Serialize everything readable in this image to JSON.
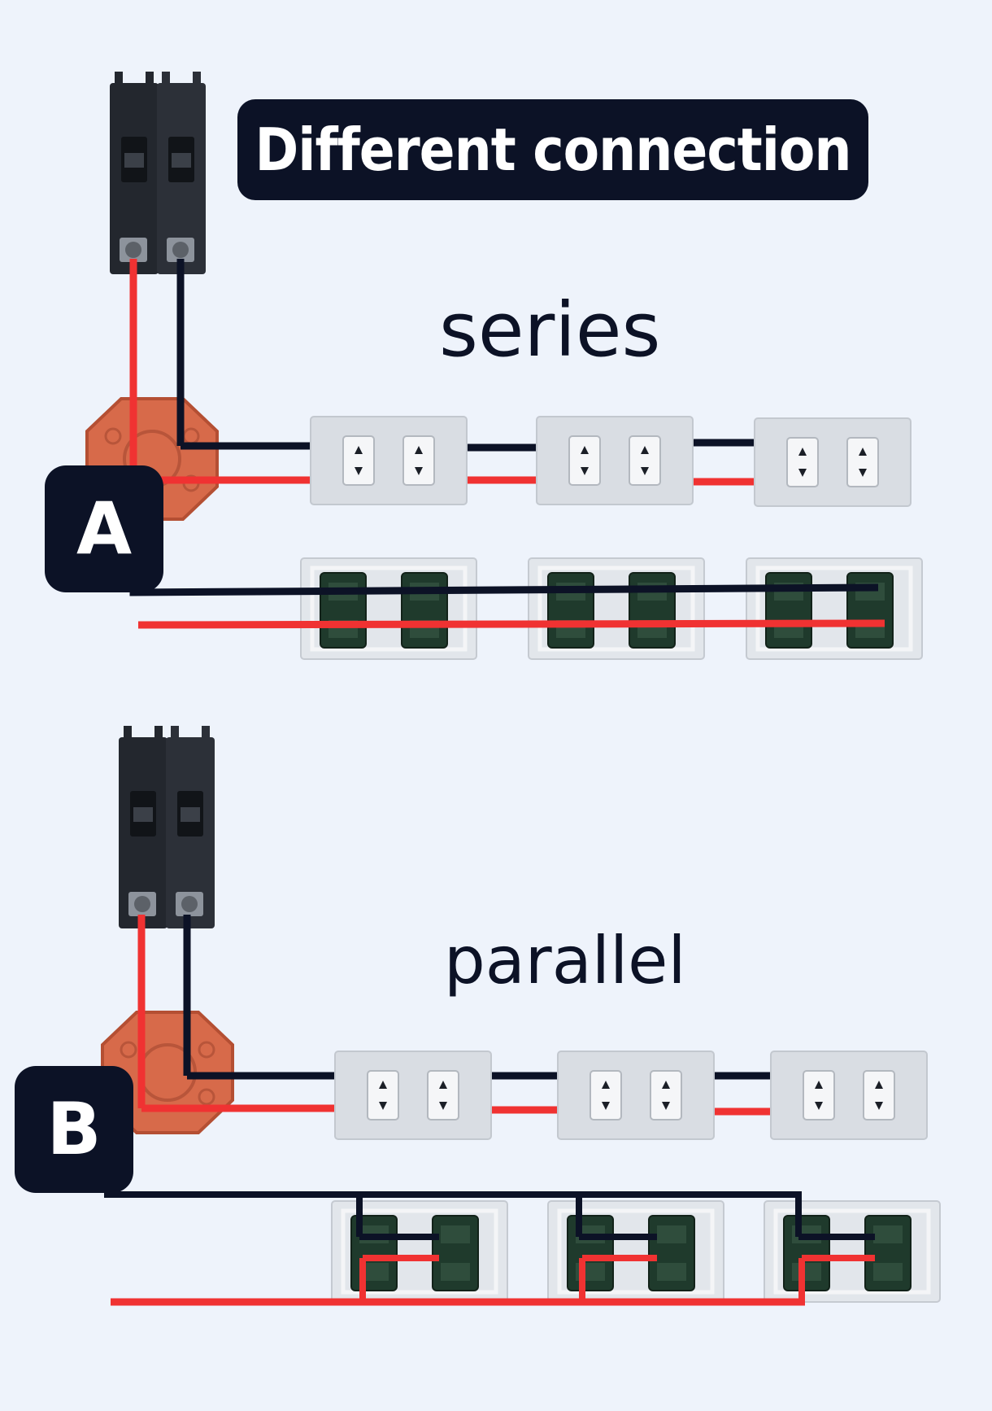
{
  "title": "Different connection",
  "sections": [
    {
      "id": "series",
      "label": "series",
      "badge": "A"
    },
    {
      "id": "parallel",
      "label": "parallel",
      "badge": "B"
    }
  ],
  "colors": {
    "background": "#eef3fb",
    "label_bg": "#0c1226",
    "live_wire": "#f03232",
    "neutral_wire": "#0c1226",
    "junction_box": "#d76a4a",
    "outlet_plate": "#d9dde3",
    "switch_body": "#1f3a2c"
  }
}
